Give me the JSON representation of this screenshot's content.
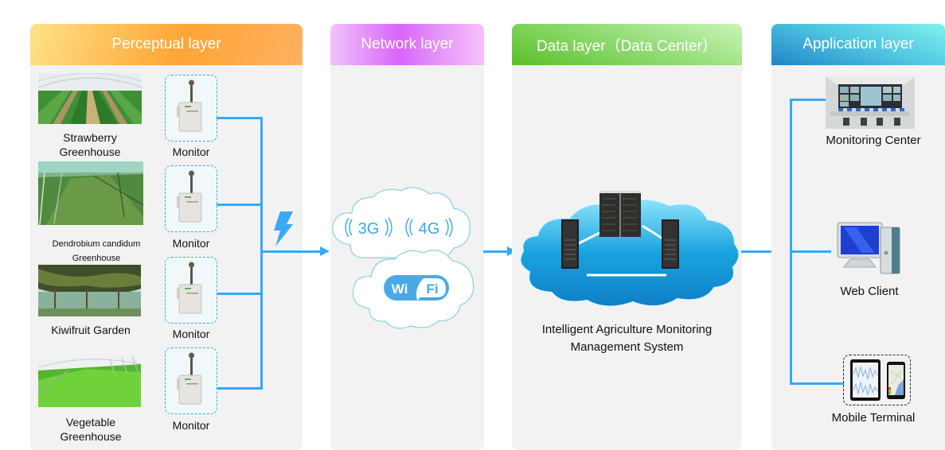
{
  "layers": {
    "perceptual": {
      "title": "Perceptual layer",
      "sites": [
        {
          "name": "Strawberry Greenhouse",
          "line1": "Strawberry",
          "line2": "Greenhouse",
          "device": "Monitor"
        },
        {
          "name": "Dendrobium candidum Greenhouse",
          "line1": "Dendrobium candidum Greenhouse",
          "device": "Monitor"
        },
        {
          "name": "Kiwifruit Garden",
          "line1": "Kiwifruit Garden",
          "device": "Monitor"
        },
        {
          "name": "Vegetable Greenhouse",
          "line1": "Vegetable",
          "line2": "Greenhouse",
          "device": "Monitor"
        }
      ]
    },
    "network": {
      "title": "Network layer",
      "cellular": [
        "3G",
        "4G"
      ],
      "wifi": {
        "left": "Wi",
        "right": "Fi"
      }
    },
    "data": {
      "title": "Data layer（Data Center）",
      "system_line1": "Intelligent Agriculture Monitoring",
      "system_line2": "Management System"
    },
    "application": {
      "title": "Application layer",
      "endpoints": [
        {
          "label": "Monitoring Center",
          "icon": "control-room-icon"
        },
        {
          "label": "Web Client",
          "icon": "desktop-computer-icon"
        },
        {
          "label": "Mobile Terminal",
          "icon": "mobile-devices-icon"
        }
      ]
    }
  },
  "colors": {
    "connector": "#33aaf9",
    "panel_bg": "#f2f2f2",
    "perceptual_header": "#ffa636",
    "network_header": "#d865fb",
    "data_header": "#6cc84a",
    "application_header": "#3ab0dc"
  }
}
